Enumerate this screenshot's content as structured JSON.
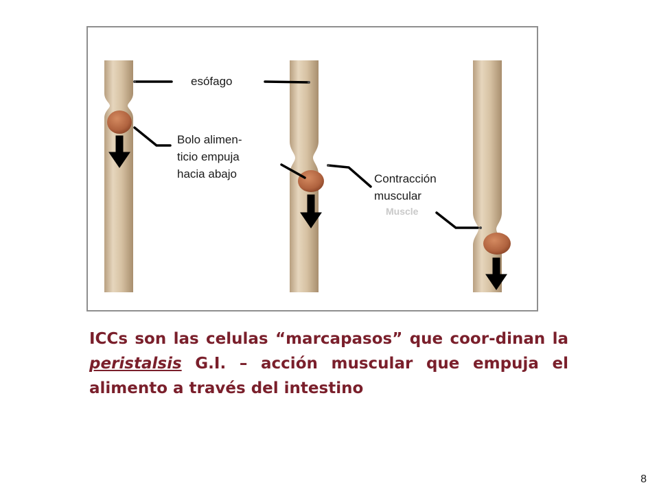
{
  "diagram": {
    "labels": {
      "esophagus": "esófago",
      "bolus": "Bolo alimen-\nticio empuja\nhacia abajo",
      "contraction": "Contracción\nmuscular",
      "hidden_original": "Muscle"
    },
    "colors": {
      "tube": "#d8c3a5",
      "tube_shadow": "#b89f80",
      "bolus": "#b0633f",
      "caption": "#7a1f2b"
    }
  },
  "caption": {
    "part1": "ICCs son las celulas “marcapasos” que coor-dinan la ",
    "term": "peristalsis",
    "part2": " G.I. – acción muscular que empuja el alimento a través del intestino"
  },
  "page_number": "8"
}
